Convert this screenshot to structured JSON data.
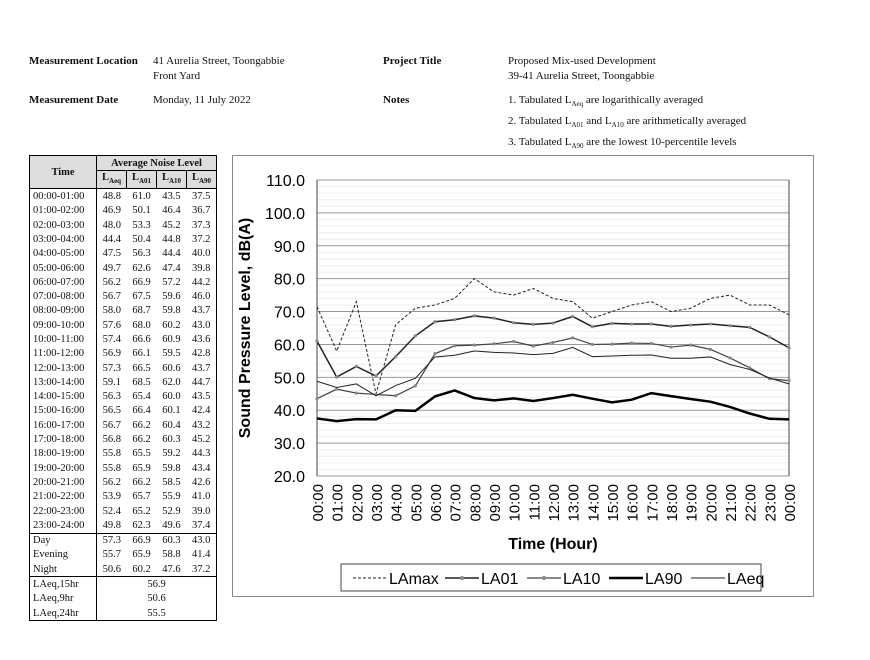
{
  "header": {
    "location_label": "Measurement Location",
    "location_line1": "41 Aurelia Street, Toongabbie",
    "location_line2": "Front Yard",
    "date_label": "Measurement Date",
    "date_value": "Monday, 11 July 2022",
    "project_label": "Project Title",
    "project_line1": "Proposed Mix-used Development",
    "project_line2": "39-41 Aurelia Street, Toongabbie",
    "notes_label": "Notes",
    "notes": [
      {
        "pre": "1.  Tabulated L",
        "sub": "Aeq",
        "post": " are logarithically averaged"
      },
      {
        "pre": "2.  Tabulated L",
        "sub": "A01",
        "post": " and L",
        "sub2": "A10",
        "post2": " are arithmetically averaged"
      },
      {
        "pre": "3.  Tabulated L",
        "sub": "A90",
        "post": " are the lowest 10-percentile levels"
      }
    ]
  },
  "table": {
    "time_header": "Time",
    "group_header": "Average Noise Level",
    "col_headers": [
      {
        "l": "L",
        "s": "Aeq"
      },
      {
        "l": "L",
        "s": "A01"
      },
      {
        "l": "L",
        "s": "A10"
      },
      {
        "l": "L",
        "s": "A90"
      }
    ],
    "rows": [
      [
        "00:00-01:00",
        "48.8",
        "61.0",
        "43.5",
        "37.5"
      ],
      [
        "01:00-02:00",
        "46.9",
        "50.1",
        "46.4",
        "36.7"
      ],
      [
        "02:00-03:00",
        "48.0",
        "53.3",
        "45.2",
        "37.3"
      ],
      [
        "03:00-04:00",
        "44.4",
        "50.4",
        "44.8",
        "37.2"
      ],
      [
        "04:00-05:00",
        "47.5",
        "56.3",
        "44.4",
        "40.0"
      ],
      [
        "05:00-06:00",
        "49.7",
        "62.6",
        "47.4",
        "39.8"
      ],
      [
        "06:00-07:00",
        "56.2",
        "66.9",
        "57.2",
        "44.2"
      ],
      [
        "07:00-08:00",
        "56.7",
        "67.5",
        "59.6",
        "46.0"
      ],
      [
        "08:00-09:00",
        "58.0",
        "68.7",
        "59.8",
        "43.7"
      ],
      [
        "09:00-10:00",
        "57.6",
        "68.0",
        "60.2",
        "43.0"
      ],
      [
        "10:00-11:00",
        "57.4",
        "66.6",
        "60.9",
        "43.6"
      ],
      [
        "11:00-12:00",
        "56.9",
        "66.1",
        "59.5",
        "42.8"
      ],
      [
        "12:00-13:00",
        "57.3",
        "66.5",
        "60.6",
        "43.7"
      ],
      [
        "13:00-14:00",
        "59.1",
        "68.5",
        "62.0",
        "44.7"
      ],
      [
        "14:00-15:00",
        "56.3",
        "65.4",
        "60.0",
        "43.5"
      ],
      [
        "15:00-16:00",
        "56.5",
        "66.4",
        "60.1",
        "42.4"
      ],
      [
        "16:00-17:00",
        "56.7",
        "66.2",
        "60.4",
        "43.2"
      ],
      [
        "17:00-18:00",
        "56.8",
        "66.2",
        "60.3",
        "45.2"
      ],
      [
        "18:00-19:00",
        "55.8",
        "65.5",
        "59.2",
        "44.3"
      ],
      [
        "19:00-20:00",
        "55.8",
        "65.9",
        "59.8",
        "43.4"
      ],
      [
        "20:00-21:00",
        "56.2",
        "66.2",
        "58.5",
        "42.6"
      ],
      [
        "21:00-22:00",
        "53.9",
        "65.7",
        "55.9",
        "41.0"
      ],
      [
        "22:00-23:00",
        "52.4",
        "65.2",
        "52.9",
        "39.0"
      ],
      [
        "23:00-24:00",
        "49.8",
        "62.3",
        "49.6",
        "37.4"
      ]
    ],
    "periods": [
      [
        "Day",
        "57.3",
        "66.9",
        "60.3",
        "43.0"
      ],
      [
        "Evening",
        "55.7",
        "65.9",
        "58.8",
        "41.4"
      ],
      [
        "Night",
        "50.6",
        "60.2",
        "47.6",
        "37.2"
      ]
    ],
    "summary": [
      [
        "LAeq,15hr",
        "56.9"
      ],
      [
        "LAeq,9hr",
        "50.6"
      ],
      [
        "LAeq,24hr",
        "55.5"
      ]
    ]
  },
  "chart_data": {
    "type": "line",
    "xlabel": "Time (Hour)",
    "ylabel": "Sound Pressure Level, dB(A)",
    "ylim": [
      20,
      110
    ],
    "yticks": [
      "20.0",
      "30.0",
      "40.0",
      "50.0",
      "60.0",
      "70.0",
      "80.0",
      "90.0",
      "100.0",
      "110.0"
    ],
    "xticks": [
      "00:00",
      "01:00",
      "02:00",
      "03:00",
      "04:00",
      "05:00",
      "06:00",
      "07:00",
      "08:00",
      "09:00",
      "10:00",
      "11:00",
      "12:00",
      "13:00",
      "14:00",
      "15:00",
      "16:00",
      "17:00",
      "18:00",
      "19:00",
      "20:00",
      "21:00",
      "22:00",
      "23:00",
      "00:00"
    ],
    "legend_position": "bottom",
    "series": [
      {
        "name": "LAmax",
        "style": "dashed",
        "values": [
          71.5,
          58,
          73,
          45,
          66,
          71,
          72,
          74,
          80,
          76,
          75,
          77,
          74,
          73,
          68,
          70,
          72,
          73,
          70,
          71,
          74,
          75,
          72,
          72,
          69
        ]
      },
      {
        "name": "LA01",
        "style": "line-marker",
        "values": [
          61.0,
          50.1,
          53.3,
          50.4,
          56.3,
          62.6,
          66.9,
          67.5,
          68.7,
          68.0,
          66.6,
          66.1,
          66.5,
          68.5,
          65.4,
          66.4,
          66.2,
          66.2,
          65.5,
          65.9,
          66.2,
          65.7,
          65.2,
          62.3,
          59
        ]
      },
      {
        "name": "LA10",
        "style": "line-dot",
        "values": [
          43.5,
          46.4,
          45.2,
          44.8,
          44.4,
          47.4,
          57.2,
          59.6,
          59.8,
          60.2,
          60.9,
          59.5,
          60.6,
          62.0,
          60.0,
          60.1,
          60.4,
          60.3,
          59.2,
          59.8,
          58.5,
          55.9,
          52.9,
          49.6,
          49
        ]
      },
      {
        "name": "LA90",
        "style": "thick",
        "values": [
          37.5,
          36.7,
          37.3,
          37.2,
          40.0,
          39.8,
          44.2,
          46.0,
          43.7,
          43.0,
          43.6,
          42.8,
          43.7,
          44.7,
          43.5,
          42.4,
          43.2,
          45.2,
          44.3,
          43.4,
          42.6,
          41.0,
          39.0,
          37.4,
          37.2
        ]
      },
      {
        "name": "LAeq",
        "style": "thin",
        "values": [
          48.8,
          46.9,
          48.0,
          44.4,
          47.5,
          49.7,
          56.2,
          56.7,
          58.0,
          57.6,
          57.4,
          56.9,
          57.3,
          59.1,
          56.3,
          56.5,
          56.7,
          56.8,
          55.8,
          55.8,
          56.2,
          53.9,
          52.4,
          49.8,
          48
        ]
      }
    ]
  }
}
